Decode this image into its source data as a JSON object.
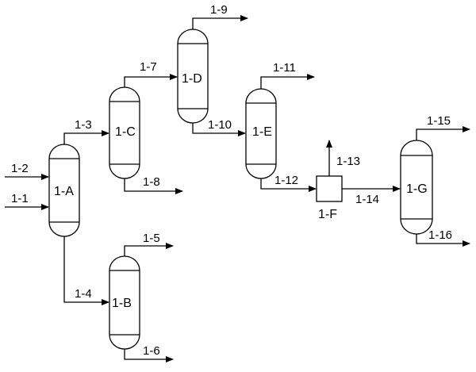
{
  "units": {
    "A": "1-A",
    "B": "1-B",
    "C": "1-C",
    "D": "1-D",
    "E": "1-E",
    "F": "1-F",
    "G": "1-G"
  },
  "streams": {
    "s1": "1-1",
    "s2": "1-2",
    "s3": "1-3",
    "s4": "1-4",
    "s5": "1-5",
    "s6": "1-6",
    "s7": "1-7",
    "s8": "1-8",
    "s9": "1-9",
    "s10": "1-10",
    "s11": "1-11",
    "s12": "1-12",
    "s13": "1-13",
    "s14": "1-14",
    "s15": "1-15",
    "s16": "1-16"
  }
}
